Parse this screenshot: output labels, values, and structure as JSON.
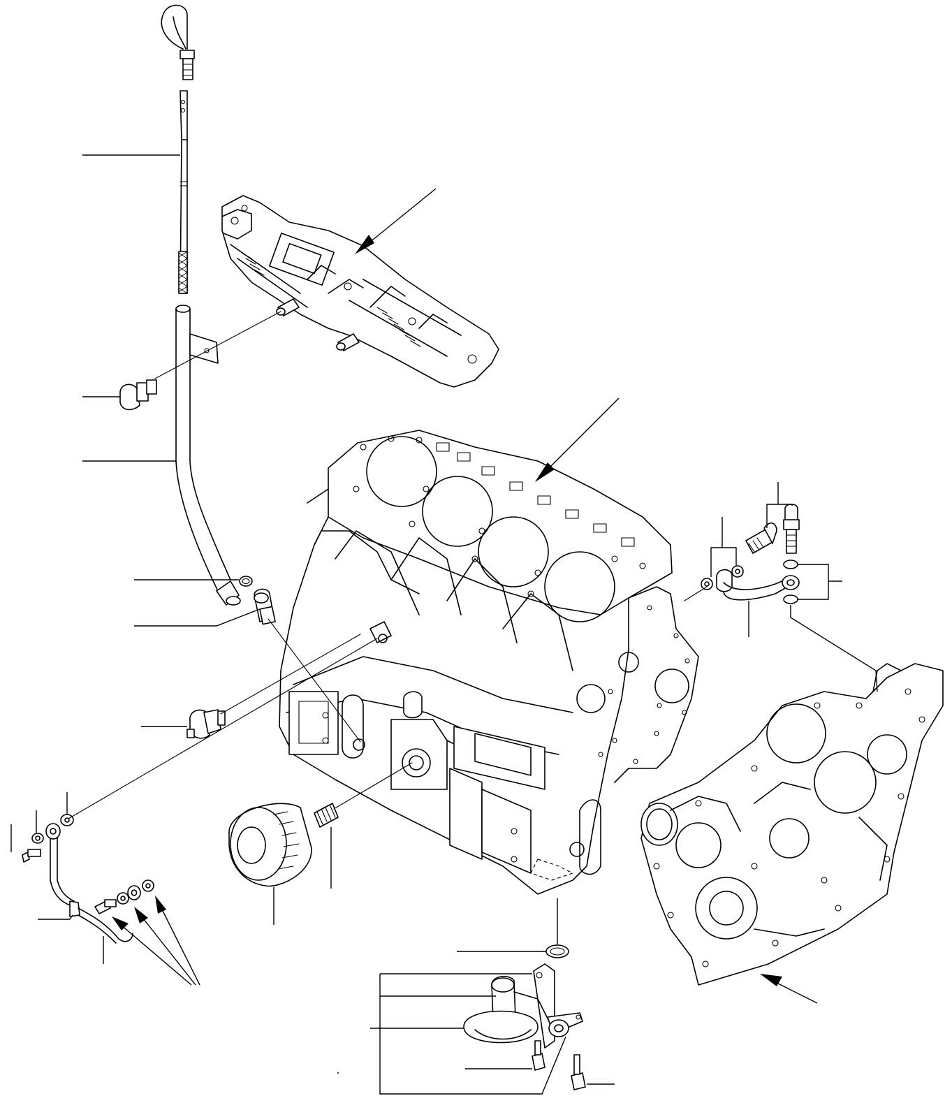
{
  "diagram": {
    "type": "exploded-parts-diagram",
    "subject": "engine-cylinder-block-assembly",
    "text_labels": [],
    "line_color": "#000000",
    "background_color": "#ffffff"
  },
  "parts": [
    {
      "id": "dipstick",
      "icon": "dipstick-icon"
    },
    {
      "id": "dipstick-guide-tube",
      "icon": "tube-icon"
    },
    {
      "id": "tube-bracket-bolt",
      "icon": "bolt-icon"
    },
    {
      "id": "intake-manifold",
      "icon": "manifold-icon"
    },
    {
      "id": "cylinder-block",
      "icon": "engine-block-icon"
    },
    {
      "id": "gear-case",
      "icon": "gear-case-icon"
    },
    {
      "id": "o-ring-small",
      "icon": "o-ring-icon"
    },
    {
      "id": "union-fitting",
      "icon": "fitting-icon"
    },
    {
      "id": "oil-pressure-switch",
      "icon": "pressure-switch-icon"
    },
    {
      "id": "oil-pipe",
      "icon": "pipe-icon"
    },
    {
      "id": "oil-filter",
      "icon": "oil-filter-icon"
    },
    {
      "id": "filter-stud",
      "icon": "stud-icon"
    },
    {
      "id": "oil-strainer",
      "icon": "strainer-icon"
    },
    {
      "id": "strainer-o-ring",
      "icon": "o-ring-icon"
    },
    {
      "id": "oil-pipe-right",
      "icon": "pipe-icon"
    },
    {
      "id": "banjo-bolts",
      "icon": "bolt-icon"
    },
    {
      "id": "washers",
      "icon": "washer-icon"
    }
  ]
}
